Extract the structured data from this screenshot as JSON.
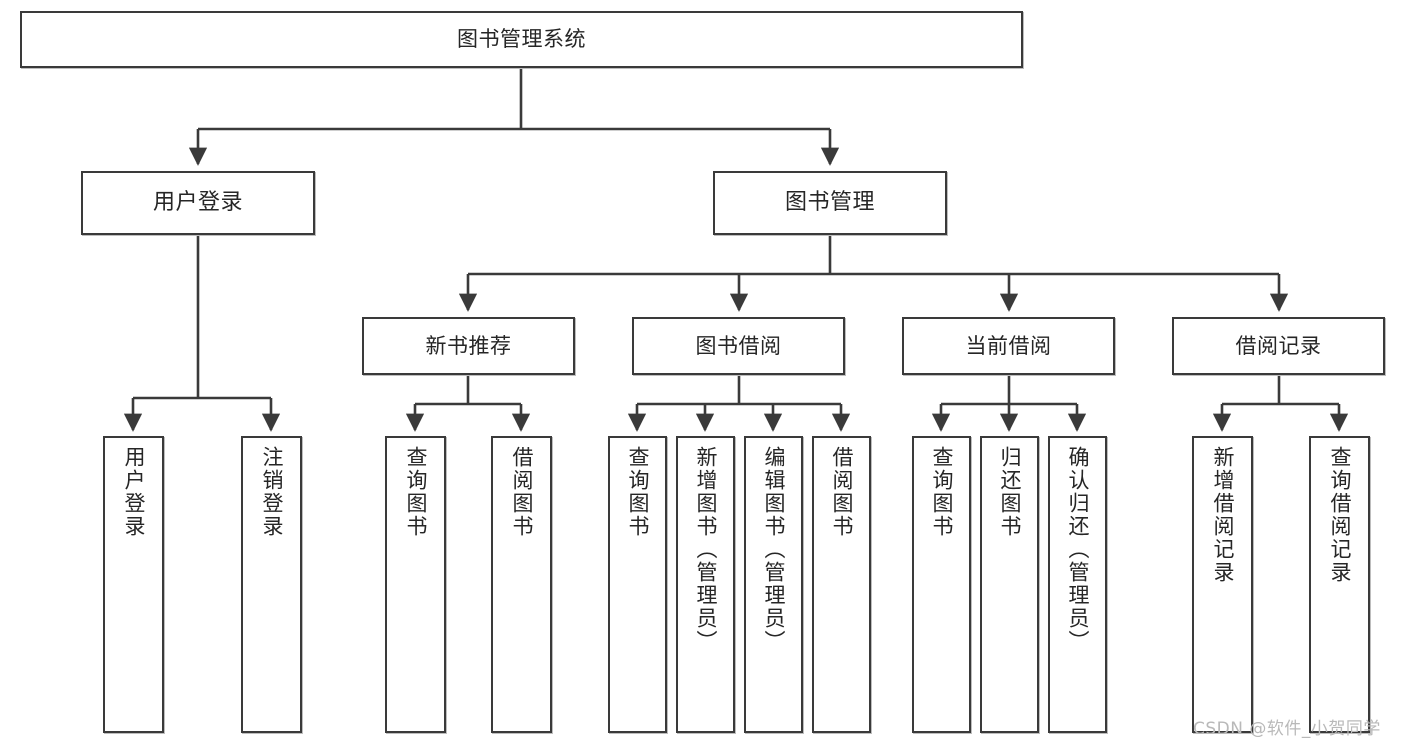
{
  "diagram": {
    "type": "tree-hierarchy",
    "title": "图书管理系统",
    "orientation": "top-down",
    "watermark": "CSDN @软件_小贺同学",
    "colors": {
      "box_border": "#3a3a3a",
      "box_fill": "#ffffff",
      "edge": "#3a3a3a",
      "text": "#262626",
      "watermark": "#b9b9b9",
      "background": "#ffffff"
    },
    "levels": {
      "level0": [
        {
          "id": "root",
          "label": "图书管理系统"
        }
      ],
      "level1": [
        {
          "id": "login",
          "label": "用户登录"
        },
        {
          "id": "bookmgmt",
          "label": "图书管理"
        }
      ],
      "level2": [
        {
          "id": "newbook",
          "label": "新书推荐",
          "parent": "bookmgmt"
        },
        {
          "id": "borrow",
          "label": "图书借阅",
          "parent": "bookmgmt"
        },
        {
          "id": "current",
          "label": "当前借阅",
          "parent": "bookmgmt"
        },
        {
          "id": "record",
          "label": "借阅记录",
          "parent": "bookmgmt"
        }
      ],
      "level3": [
        {
          "id": "leaf1",
          "label": "用户登录",
          "parent": "login"
        },
        {
          "id": "leaf2",
          "label": "注销登录",
          "parent": "login"
        },
        {
          "id": "leaf3",
          "label": "查询图书",
          "parent": "newbook"
        },
        {
          "id": "leaf4",
          "label": "借阅图书",
          "parent": "newbook"
        },
        {
          "id": "leaf5",
          "label": "查询图书",
          "parent": "borrow"
        },
        {
          "id": "leaf6",
          "label": "新增图书（管理员）",
          "parent": "borrow"
        },
        {
          "id": "leaf7",
          "label": "编辑图书（管理员）",
          "parent": "borrow"
        },
        {
          "id": "leaf8",
          "label": "借阅图书",
          "parent": "borrow"
        },
        {
          "id": "leaf9",
          "label": "查询图书",
          "parent": "current"
        },
        {
          "id": "leaf10",
          "label": "归还图书",
          "parent": "current"
        },
        {
          "id": "leaf11",
          "label": "确认归还（管理员）",
          "parent": "current"
        },
        {
          "id": "leaf12",
          "label": "新增借阅记录",
          "parent": "record"
        },
        {
          "id": "leaf13",
          "label": "查询借阅记录",
          "parent": "record"
        }
      ]
    }
  }
}
